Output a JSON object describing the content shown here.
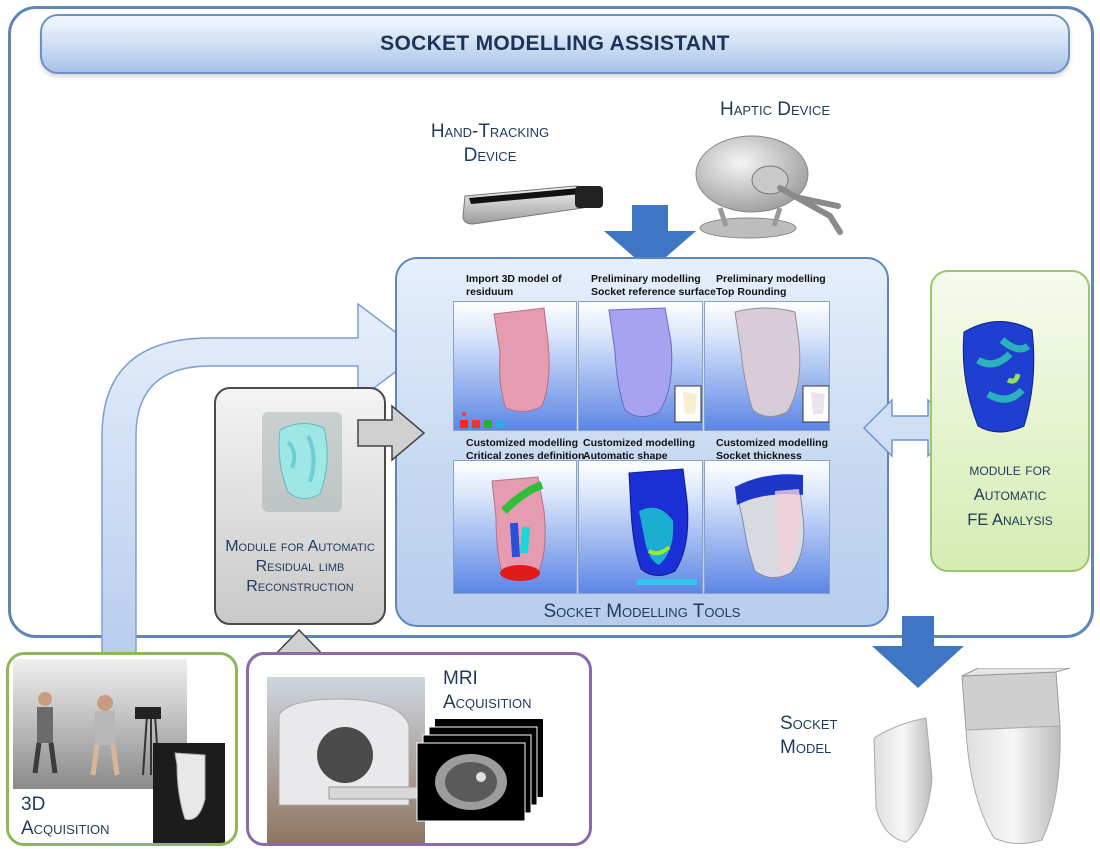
{
  "title": "SOCKET MODELLING ASSISTANT",
  "devices": {
    "hand_tracking": "Hand-Tracking Device",
    "haptic": "Haptic Device"
  },
  "tools": {
    "caption": "Socket Modelling Tools",
    "steps": [
      {
        "line1": "Import 3D model of",
        "line2": "residuum"
      },
      {
        "line1": "Preliminary modelling",
        "line2": "Socket reference surface"
      },
      {
        "line1": "Preliminary modelling",
        "line2": "Top Rounding"
      },
      {
        "line1": "Customized modelling",
        "line2": "Critical zones definition"
      },
      {
        "line1": "Customized modelling",
        "line2": "Automatic shape modification"
      },
      {
        "line1": "Customized modelling",
        "line2": "Socket thickness"
      }
    ]
  },
  "modules": {
    "reconstruction": "Module for Automatic Residual limb Reconstruction",
    "fe_line1": "module for",
    "fe_line2": "Automatic",
    "fe_line3": "FE Analysis"
  },
  "acquisition": {
    "three_d_line1": "3D",
    "three_d_line2": "Acquisition",
    "mri_line1": "MRI",
    "mri_line2": "Acquisition"
  },
  "output": {
    "line1": "Socket",
    "line2": "Model"
  },
  "colors": {
    "frame": "#5f86b8",
    "arrow_blue": "#3f76c4",
    "fe_green": "#9cc76a",
    "mri_purple": "#8a6aa8"
  }
}
